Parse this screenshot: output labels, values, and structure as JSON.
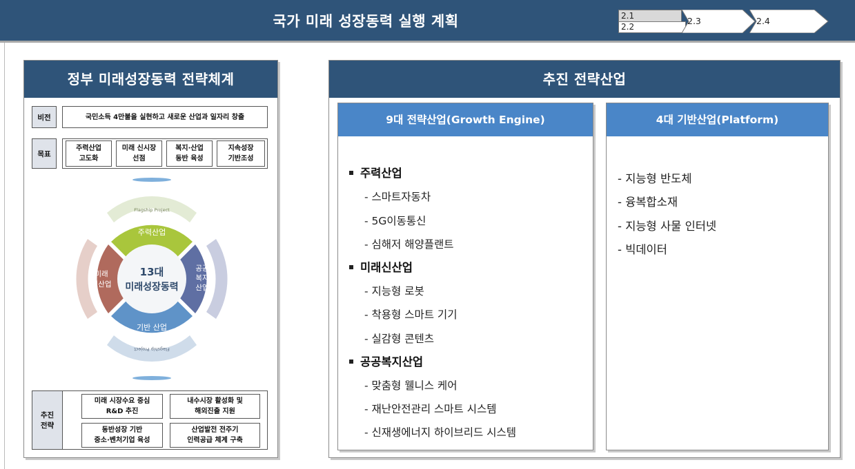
{
  "header": {
    "title": "국가 미래 성장동력 실행 계획",
    "steps": {
      "s1": "2.1",
      "s2": "2.2",
      "s3": "2.3",
      "s4": "2.4"
    }
  },
  "left": {
    "title": "정부 미래성장동력 전략체계",
    "vision_tag": "비전",
    "vision_text": "국민소득 4만불을 실현하고 새로운 산업과 일자리 창출",
    "goal_tag": "목표",
    "goals": [
      "주력산업\n고도화",
      "미래 신시장\n선점",
      "복지·산업\n동반 육성",
      "지속성장\n기반조성"
    ],
    "diagram": {
      "center_line1": "13대",
      "center_line2": "미래성장동력",
      "top": "주력산업",
      "left": "미래\n신산업",
      "right": "공공\n복지\n산업",
      "bottom": "기반 산업",
      "flagship": "Flagship Project"
    },
    "strategy_tag": "추진\n전략",
    "strategies": [
      "미래 시장수요 중심\nR&D 추진",
      "내수시장 활성화 및\n해외진출 지원",
      "동반성장 기반\n중소·벤처기업 육성",
      "산업발전 전주기\n인력공급 체계 구축"
    ]
  },
  "right": {
    "title": "추진 전략산업",
    "engine": {
      "title": "9대 전략산업(Growth Engine)",
      "groups": [
        {
          "name": "주력산업",
          "items": [
            "- 스마트자동차",
            "- 5G이동통신",
            "- 심해저 해양플랜트"
          ]
        },
        {
          "name": "미래신산업",
          "items": [
            "- 지능형 로봇",
            "- 착용형 스마트 기기",
            "- 실감형 콘텐츠"
          ]
        },
        {
          "name": "공공복지산업",
          "items": [
            "- 맞춤형 웰니스 케어",
            "- 재난안전관리 스마트 시스템",
            "- 신재생에너지 하이브리드 시스템"
          ]
        }
      ]
    },
    "platform": {
      "title": "4대 기반산업(Platform)",
      "items": [
        "-  지능형 반도체",
        "-  융복합소재",
        "-  지능형 사물 인터넷",
        "-  빅데이터"
      ]
    }
  },
  "colors": {
    "banner": "#2f5479",
    "sub_header": "#4a86c8",
    "ring_top": "#a9c63c",
    "ring_left": "#b06a5d",
    "ring_right": "#5f6fa3",
    "ring_bottom": "#5f93c8"
  }
}
